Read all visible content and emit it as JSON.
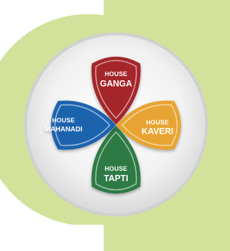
{
  "houses": {
    "ganga": {
      "prefix": "HOUSE",
      "name": "GANGA",
      "color": "#a4262c"
    },
    "kaveri": {
      "prefix": "HOUSE",
      "name": "KAVERI",
      "color": "#e8a431"
    },
    "tapti": {
      "prefix": "HOUSE",
      "name": "TAPTI",
      "color": "#2f7a45"
    },
    "mahanadi": {
      "prefix": "HOUSE",
      "name": "MAHANADI",
      "color": "#1f63ad"
    }
  },
  "colors": {
    "backdrop": "#d2e29a",
    "disc": "#f1f1f1",
    "disc_edge": "#d0d0d0"
  }
}
